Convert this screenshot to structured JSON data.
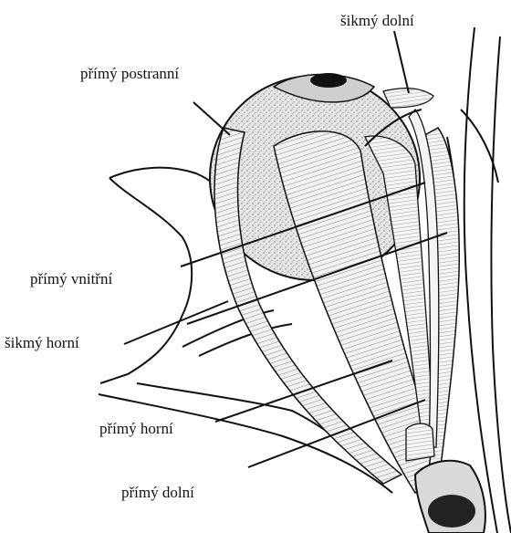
{
  "labels": {
    "sikmy_dolni": "šikmý dolní",
    "primy_postranni": "přímý postranní",
    "primy_vnitrni": "přímý vnitřní",
    "sikmy_horni": "šikmý horní",
    "primy_horni": "přímý horní",
    "primy_dolni": "přímý dolní"
  },
  "colors": {
    "ink": "#111111",
    "paper": "#ffffff",
    "shade": "#e9e9e9",
    "eyeball": "#dcdcdc"
  }
}
